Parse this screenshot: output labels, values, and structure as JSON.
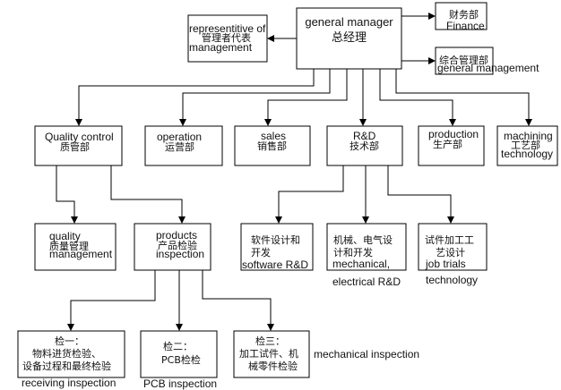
{
  "nodes": {
    "general_manager": {
      "en": "general manager",
      "zh": "总经理"
    },
    "representative": {
      "en": "representitive of",
      "zh": "管理者代表",
      "en2": "management"
    },
    "finance": {
      "zh": "财务部",
      "en": "Finance"
    },
    "general_management": {
      "zh": "综合管理部",
      "en": "general management"
    },
    "quality_control": {
      "en": "Quality control",
      "zh": "质管部"
    },
    "operation": {
      "en": "operation",
      "zh": "运营部"
    },
    "sales": {
      "en": "sales",
      "zh": "销售部"
    },
    "rd": {
      "en": "R&D",
      "zh": "技术部"
    },
    "production": {
      "en": "production",
      "zh": "生产部"
    },
    "machining": {
      "en": "machining",
      "zh": "工艺部",
      "en2": "technology"
    },
    "quality_management": {
      "en": "quality",
      "zh": "质量管理",
      "en2": "management"
    },
    "products_inspection": {
      "en": "products",
      "zh": "产品检验",
      "en2": "inspection"
    },
    "software_rd": {
      "zh": "软件设计和",
      "zh2": "开发",
      "en": "software R&D"
    },
    "mechanical_rd": {
      "zh": "机械、电气设",
      "zh2": "计和开发",
      "en": "mechanical,",
      "en2": "electrical R&D"
    },
    "trial_technology": {
      "zh": "试件加工工",
      "zh2": "艺设计",
      "en": "job trials",
      "en2": "technology"
    },
    "inspection_1": {
      "zh": "检一：",
      "zh2": "物料进货检验、",
      "zh3": "设备过程和最终检验",
      "en": "receiving inspection"
    },
    "inspection_2": {
      "zh": "检二：",
      "zh2": "PCB检检",
      "en": "PCB inspection"
    },
    "inspection_3": {
      "zh": "检三：",
      "zh2": "加工试件、机",
      "zh3": "械零件检验",
      "en": "mechanical inspection"
    }
  }
}
